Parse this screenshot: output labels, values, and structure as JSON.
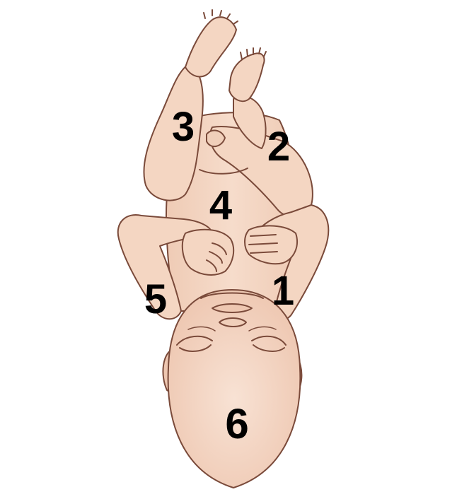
{
  "labels": {
    "1": "1",
    "2": "2",
    "3": "3",
    "4": "4",
    "5": "5",
    "6": "6"
  },
  "colors": {
    "skin": "#f4d6c2",
    "skin_shadow": "#e9c0a8",
    "outline": "#7a4a3a",
    "label": "#000000",
    "background": "#ffffff"
  }
}
